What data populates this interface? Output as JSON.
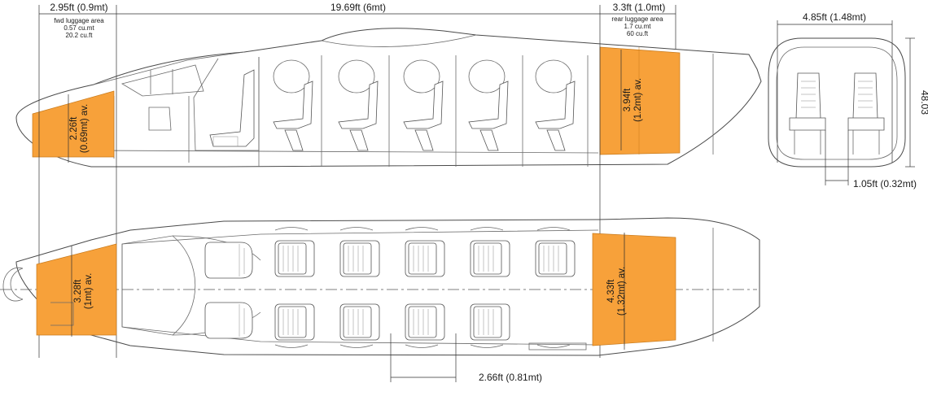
{
  "dimensions": {
    "fwd_section": "2.95ft (0.9mt)",
    "cabin_length": "19.69ft (6mt)",
    "rear_section": "3.3ft (1.0mt)",
    "cabin_width": "4.85ft (1.48mt)",
    "cabin_height": "48.03",
    "aisle_width": "1.05ft (0.32mt)",
    "seat_pitch": "2.66ft (0.81mt)"
  },
  "fwd_luggage": {
    "title": "fwd luggage area",
    "volume_m": "0.57 cu.mt",
    "volume_ft": "20.2 cu.ft",
    "side_height_line1": "2.26ft",
    "side_height_line2": "(0.69mt) av.",
    "top_width_line1": "3.28ft",
    "top_width_line2": "(1mt) av."
  },
  "rear_luggage": {
    "title": "rear luggage area",
    "volume_m": "1.7 cu.mt",
    "volume_ft": "60 cu.ft",
    "side_height_line1": "3.94ft",
    "side_height_line2": "(1.2mt) av.",
    "top_width_line1": "4.33ft",
    "top_width_line2": "(1.32mt) av."
  },
  "colors": {
    "cargo_fill": "#f7a13a",
    "outline": "#4a4a4a"
  }
}
